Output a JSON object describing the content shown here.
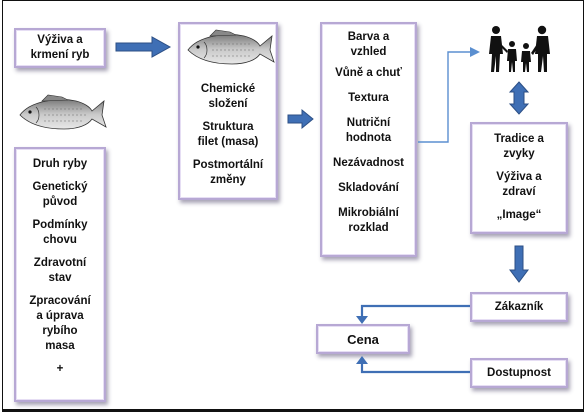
{
  "nodes": {
    "vyziva_krmeni": {
      "lines": [
        "Výživa a",
        "krmení ryb"
      ]
    },
    "fish_factors": {
      "items": [
        [
          "Druh ryby"
        ],
        [
          "Genetický",
          "původ"
        ],
        [
          "Podmínky",
          "chovu"
        ],
        [
          "Zdravotní",
          "stav"
        ],
        [
          "Zpracování",
          "a úprava",
          "rybího",
          "masa"
        ],
        [
          "+"
        ]
      ]
    },
    "composition": {
      "items": [
        [
          "Chemické",
          "složení"
        ],
        [
          "Struktura",
          "filet (masa)"
        ],
        [
          "Postmortální",
          "změny"
        ]
      ]
    },
    "quality": {
      "items": [
        [
          "Barva a",
          "vzhled"
        ],
        [
          "Vůně  a chuť"
        ],
        [
          "Textura"
        ],
        [
          "Nutriční",
          "hodnota"
        ],
        [
          "Nezávadnost"
        ],
        [
          "Skladování"
        ],
        [
          "Mikrobiální",
          "rozklad"
        ]
      ]
    },
    "tradition": {
      "items": [
        [
          "Tradice a",
          "zvyky"
        ],
        [
          "Výživa a",
          "zdraví"
        ],
        [
          "„Image“"
        ]
      ]
    },
    "zakaznik": {
      "label": "Zákazník"
    },
    "cena": {
      "label": "Cena"
    },
    "dostupnost": {
      "label": "Dostupnost"
    }
  },
  "colors": {
    "arrow_blue": "#3f6fb5",
    "box_border": "#b7a8d4",
    "thin_line": "#5b8fd0"
  }
}
